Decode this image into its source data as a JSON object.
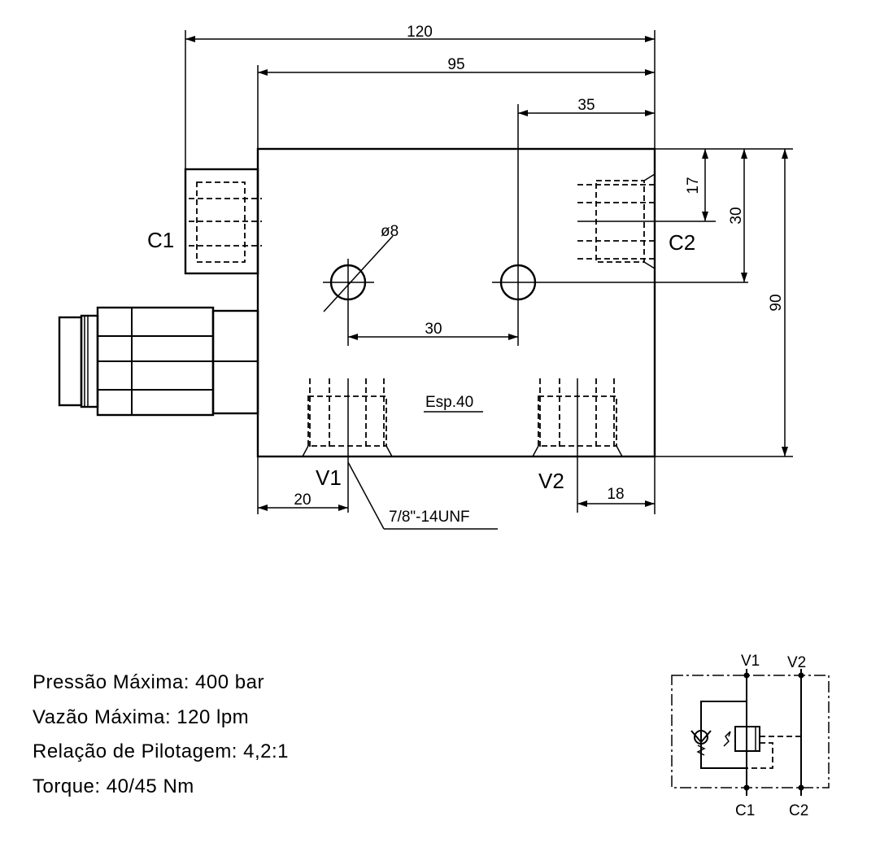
{
  "dimensions": {
    "overall_width": "120",
    "body_width": "95",
    "c2_offset": "35",
    "c2_height": "17",
    "pilot_height": "30",
    "total_height": "90",
    "hole_spacing": "30",
    "v1_offset": "20",
    "v2_offset": "18",
    "hole_diameter": "ø8",
    "thickness": "Esp.40",
    "thread": "7/8\"-14UNF"
  },
  "ports": {
    "c1": "C1",
    "c2": "C2",
    "v1": "V1",
    "v2": "V2"
  },
  "specs": {
    "pressure": "Pressão Máxima: 400 bar",
    "flow": "Vazão Máxima: 120 lpm",
    "pilot_ratio": "Relação de Pilotagem: 4,2:1",
    "torque": "Torque: 40/45 Nm"
  },
  "schematic": {
    "v1": "V1",
    "v2": "V2",
    "c1": "C1",
    "c2": "C2"
  }
}
